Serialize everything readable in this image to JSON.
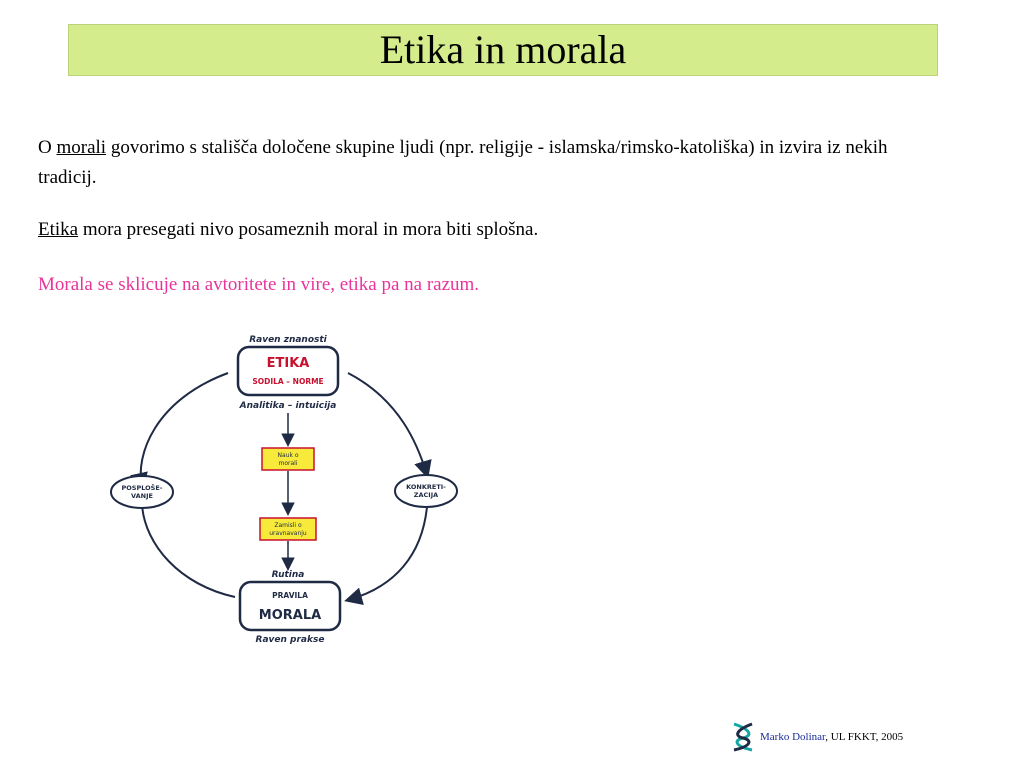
{
  "slide": {
    "title": "Etika in morala",
    "p1": {
      "prefix": "O ",
      "term": "morali",
      "rest": " govorimo s stališča določene skupine ljudi (npr. religije - islamska/rimsko-katoliška) in izvira iz nekih tradicij."
    },
    "p2": {
      "term": "Etika",
      "rest": " mora presegati nivo posameznih moral in mora biti splošna."
    },
    "p3": "Morala se sklicuje na avtoritete in vire, etika pa na razum.",
    "highlight_color": "#e8349a",
    "title_bg": "#d5ec8c"
  },
  "diagram": {
    "top_caption": "Raven znanosti",
    "top_box_title": "ETIKA",
    "top_box_sub": "SODILA – NORME",
    "under_top": "Analitika – intuicija",
    "mid_box1_line1": "Nauk o",
    "mid_box1_line2": "morali",
    "mid_box2_line1": "Zamisli o",
    "mid_box2_line2": "uravnavanju",
    "above_bottom": "Rutina",
    "bottom_box_sub": "PRAVILA",
    "bottom_box_title": "MORALA",
    "bottom_caption": "Raven prakse",
    "left_oval_line1": "POSPLOŠE-",
    "left_oval_line2": "VANJE",
    "right_oval_line1": "KONKRETI-",
    "right_oval_line2": "ZACIJA",
    "accent_red": "#c8102e",
    "box_yellow": "#f7ea3a"
  },
  "footer": {
    "author": "Marko Dolinar",
    "rest": ", UL FKKT, 2005",
    "logo_icon": "dna-helix-icon"
  }
}
